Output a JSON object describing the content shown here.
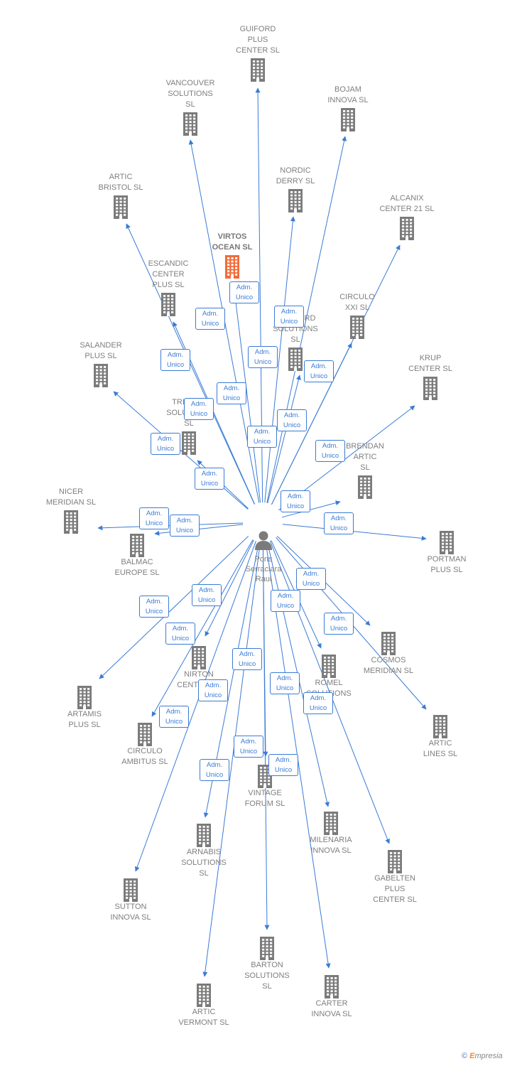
{
  "center_person": {
    "name": "Pons\nSerraclara\nRaul"
  },
  "relation_label": "Adm.\nUnico",
  "colors": {
    "edge": "#3a7bd5",
    "company": "#7b7b7b",
    "featured": "#f26b3a",
    "person": "#7b7b7b"
  },
  "companies": [
    {
      "id": "guiford",
      "name": "GUIFORD\nPLUS\nCENTER SL"
    },
    {
      "id": "vancouver",
      "name": "VANCOUVER\nSOLUTIONS\nSL"
    },
    {
      "id": "bojam",
      "name": "BOJAM\nINNOVA SL"
    },
    {
      "id": "nordic",
      "name": "NORDIC\nDERRY SL"
    },
    {
      "id": "artic-bristol",
      "name": "ARTIC\nBRISTOL SL"
    },
    {
      "id": "alcanix",
      "name": "ALCANIX\nCENTER 21 SL"
    },
    {
      "id": "virtos",
      "name": "VIRTOS\nOCEAN SL",
      "featured": true
    },
    {
      "id": "escandic",
      "name": "ESCANDIC\nCENTER\nPLUS SL"
    },
    {
      "id": "circulo-xxi",
      "name": "CIRCULO\nXXI SL"
    },
    {
      "id": "concord",
      "name": "CONCORD\nSOLUTIONS\nSL"
    },
    {
      "id": "salander",
      "name": "SALANDER\nPLUS SL"
    },
    {
      "id": "krup",
      "name": "KRUP\nCENTER SL"
    },
    {
      "id": "tribeca",
      "name": "TRIBECA\nSOLUTIONS\nSL"
    },
    {
      "id": "brendan",
      "name": "BRENDAN\nARTIC\nSL"
    },
    {
      "id": "nicer",
      "name": "NICER\nMERIDIAN SL"
    },
    {
      "id": "balmac",
      "name": "BALMAC\nEUROPE SL"
    },
    {
      "id": "portman",
      "name": "PORTMAN\nPLUS SL"
    },
    {
      "id": "cosmos",
      "name": "COSMOS\nMERIDIAN SL"
    },
    {
      "id": "nirton",
      "name": "NIRTON\nCENTER SL"
    },
    {
      "id": "artamis",
      "name": "ARTAMIS\nPLUS SL"
    },
    {
      "id": "romel",
      "name": "ROMEL\nSOLUTIONS"
    },
    {
      "id": "artic-lines",
      "name": "ARTIC\nLINES SL"
    },
    {
      "id": "circulo-ambitus",
      "name": "CIRCULO\nAMBITUS SL"
    },
    {
      "id": "vintage",
      "name": "VINTAGE\nFORUM SL"
    },
    {
      "id": "milenaria",
      "name": "MILENARIA\nINNOVA SL"
    },
    {
      "id": "arnabis",
      "name": "ARNABIS\nSOLUTIONS\nSL"
    },
    {
      "id": "gabelten",
      "name": "GABELTEN\nPLUS\nCENTER SL"
    },
    {
      "id": "sutton",
      "name": "SUTTON\nINNOVA SL"
    },
    {
      "id": "barton",
      "name": "BARTON\nSOLUTIONS\nSL"
    },
    {
      "id": "carter",
      "name": "CARTER\nINNOVA SL"
    },
    {
      "id": "artic-vermont",
      "name": "ARTIC\nVERMONT SL"
    }
  ],
  "footer": {
    "copyright": "©",
    "brand_first": "E",
    "brand_rest": "mpresia"
  }
}
